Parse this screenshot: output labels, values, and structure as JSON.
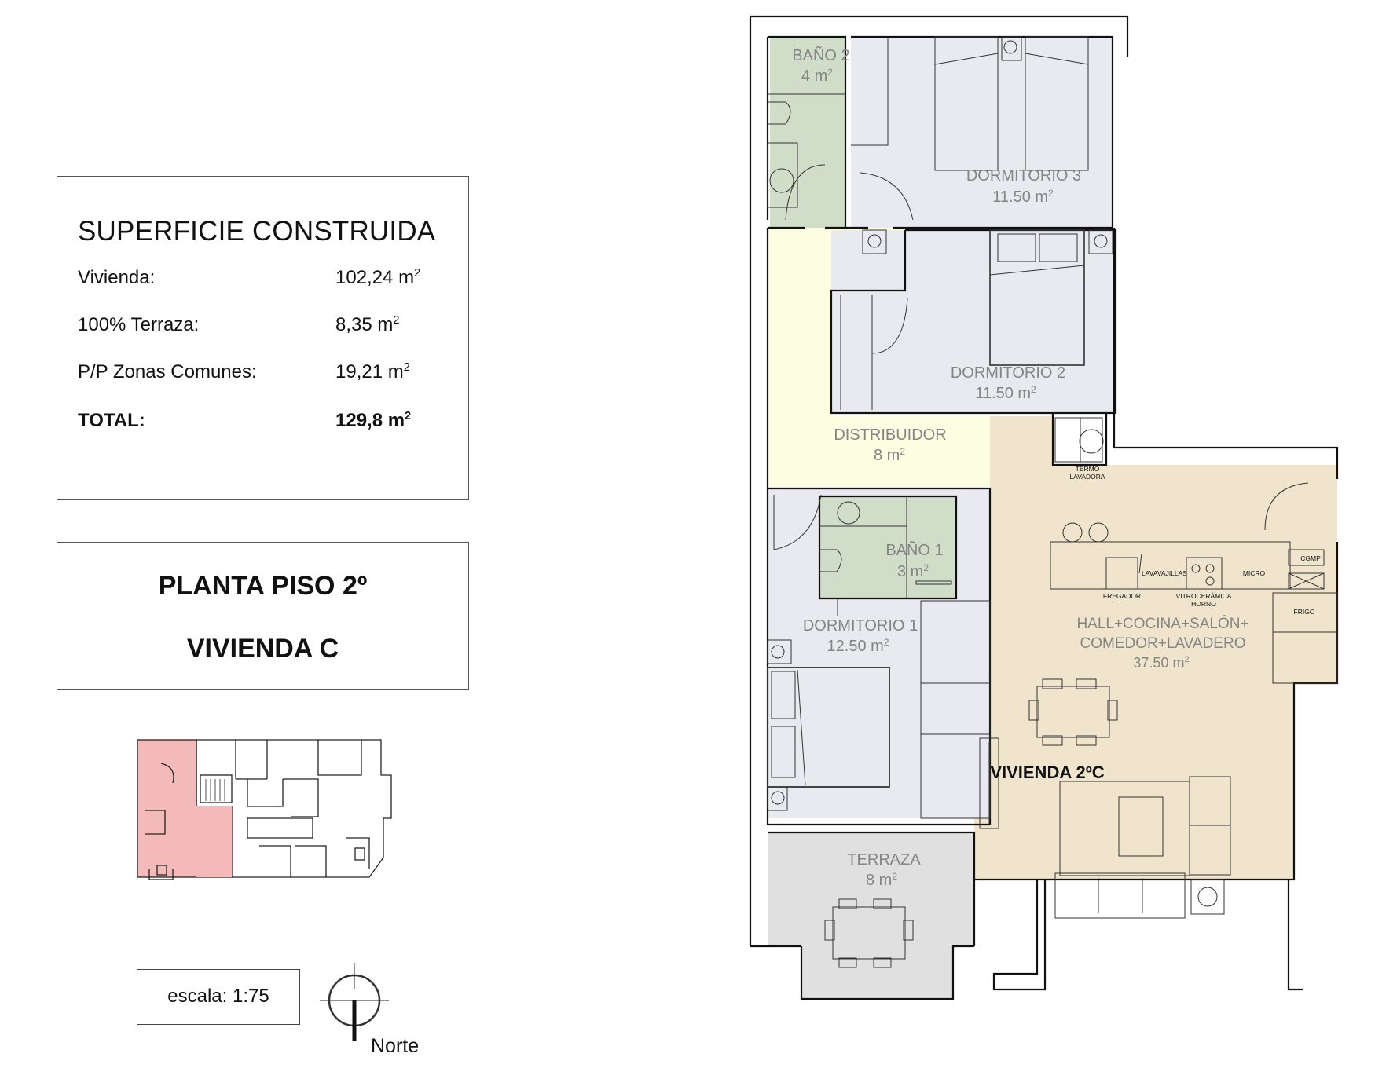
{
  "surface": {
    "title": "SUPERFICIE CONSTRUIDA",
    "rows": [
      {
        "label": "Vivienda:",
        "value": "102,24 m",
        "unit_sup": "2",
        "bold": false
      },
      {
        "label": "100% Terraza:",
        "value": "8,35 m",
        "unit_sup": "2",
        "bold": false
      },
      {
        "label": "P/P Zonas Comunes:",
        "value": "19,21 m",
        "unit_sup": "2",
        "bold": false
      },
      {
        "label": "TOTAL:",
        "value": "129,8 m",
        "unit_sup": "2",
        "bold": true
      }
    ]
  },
  "title_block": {
    "line1": "PLANTA PISO 2º",
    "line2": "VIVIENDA C"
  },
  "key_plan": {
    "highlight_color": "#f4b9b9",
    "description": "Building key plan with Vivienda C highlighted"
  },
  "scale": {
    "label": "escala: 1:75"
  },
  "north": {
    "label": "Norte",
    "icon": "north-arrow-icon"
  },
  "floor_plan": {
    "unit_label": "VIVIENDA 2ºC",
    "rooms": [
      {
        "id": "bano2",
        "name": "BAÑO 2",
        "area": "4 m",
        "sup": "2",
        "color": "#d0ddc9"
      },
      {
        "id": "dorm3",
        "name": "DORMITORIO 3",
        "area": "11.50 m",
        "sup": "2",
        "color": "#e9eaf0"
      },
      {
        "id": "dorm2",
        "name": "DORMITORIO 2",
        "area": "11.50 m",
        "sup": "2",
        "color": "#e9eaf0"
      },
      {
        "id": "distribuidor",
        "name": "DISTRIBUIDOR",
        "area": "8 m",
        "sup": "2",
        "color": "#fdfde2"
      },
      {
        "id": "bano1",
        "name": "BAÑO 1",
        "area": "3 m",
        "sup": "2",
        "color": "#d0ddc9"
      },
      {
        "id": "dorm1",
        "name": "DORMITORIO 1",
        "area": "12.50 m",
        "sup": "2",
        "color": "#e9eaf0"
      },
      {
        "id": "salon",
        "name_line1": "HALL+COCINA+SALÓN+",
        "name_line2": "COMEDOR+LAVADERO",
        "area": "37.50 m",
        "sup": "2",
        "color": "#f0e5cc"
      },
      {
        "id": "terraza",
        "name": "TERRAZA",
        "area": "8 m",
        "sup": "2",
        "color": "#e0e0e0"
      }
    ],
    "fixtures": {
      "termo_lavadora_1": "TERMO",
      "termo_lavadora_2": "LAVADORA",
      "cgmp": "CGMP",
      "lavavajillas": "LAVAVAJILLAS",
      "micro": "MICRO",
      "fregador": "FREGADOR",
      "vitroceramica": "VITROCERÁMICA",
      "horno": "HORNO",
      "frigo": "FRIGO"
    }
  }
}
